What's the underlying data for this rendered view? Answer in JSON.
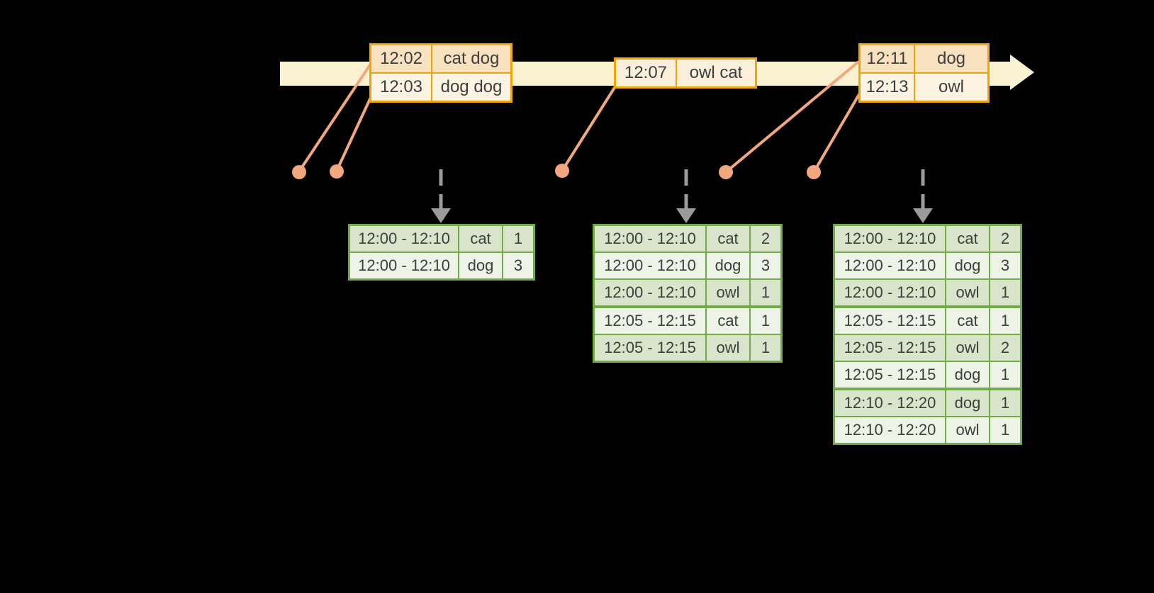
{
  "diagram": {
    "kind": "streaming-windowed-counts-timeline"
  },
  "timeline": {
    "event_groups": [
      {
        "rows": [
          {
            "time": "12:02",
            "words": "cat dog"
          },
          {
            "time": "12:03",
            "words": "dog dog"
          }
        ]
      },
      {
        "rows": [
          {
            "time": "12:07",
            "words": "owl cat"
          }
        ]
      },
      {
        "rows": [
          {
            "time": "12:11",
            "words": "dog"
          },
          {
            "time": "12:13",
            "words": "owl"
          }
        ]
      }
    ]
  },
  "result_tables": [
    {
      "rows": [
        {
          "window": "12:00 - 12:10",
          "word": "cat",
          "count": "1"
        },
        {
          "window": "12:00 - 12:10",
          "word": "dog",
          "count": "3"
        }
      ]
    },
    {
      "rows": [
        {
          "window": "12:00 - 12:10",
          "word": "cat",
          "count": "2"
        },
        {
          "window": "12:00 - 12:10",
          "word": "dog",
          "count": "3"
        },
        {
          "window": "12:00 - 12:10",
          "word": "owl",
          "count": "1"
        },
        {
          "window": "12:05 - 12:15",
          "word": "cat",
          "count": "1"
        },
        {
          "window": "12:05 - 12:15",
          "word": "owl",
          "count": "1"
        }
      ]
    },
    {
      "rows": [
        {
          "window": "12:00 - 12:10",
          "word": "cat",
          "count": "2"
        },
        {
          "window": "12:00 - 12:10",
          "word": "dog",
          "count": "3"
        },
        {
          "window": "12:00 - 12:10",
          "word": "owl",
          "count": "1"
        },
        {
          "window": "12:05 - 12:15",
          "word": "cat",
          "count": "1"
        },
        {
          "window": "12:05 - 12:15",
          "word": "owl",
          "count": "2"
        },
        {
          "window": "12:05 - 12:15",
          "word": "dog",
          "count": "1"
        },
        {
          "window": "12:10 - 12:20",
          "word": "dog",
          "count": "1"
        },
        {
          "window": "12:10 - 12:20",
          "word": "owl",
          "count": "1"
        }
      ]
    }
  ],
  "colors": {
    "background": "#000000",
    "timeline_band": "#faf1d0",
    "event_border": "#f0a500",
    "event_row_peach": "#f8e1bf",
    "event_row_cream": "#fcf3e3",
    "connector_salmon": "#f1a87e",
    "trigger_arrow_gray": "#9b9b9b",
    "result_border_green": "#71ac48",
    "result_row_dark": "#d9e5cb",
    "result_row_light": "#eef3e8",
    "text": "#3e3e3e"
  }
}
